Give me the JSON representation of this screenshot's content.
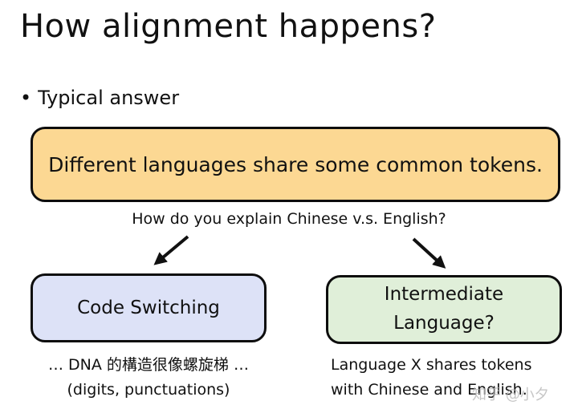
{
  "slide": {
    "title": "How alignment happens?",
    "bullet": "Typical answer",
    "top_box": "Different languages share some common tokens.",
    "question": "How do you explain Chinese v.s. English?",
    "left_box": "Code Switching",
    "right_box_line1": "Intermediate",
    "right_box_line2": "Language?",
    "left_note_line1": "… DNA 的構造很像螺旋梯 …",
    "left_note_line2": "(digits, punctuations)",
    "right_note_line1": "Language X shares tokens",
    "right_note_line2": "with Chinese and English.",
    "watermark": "知乎 @小夕"
  },
  "colors": {
    "top_box_fill": "#fcd893",
    "left_box_fill": "#dde2f7",
    "right_box_fill": "#e0efd9",
    "border": "#0d0d0d"
  }
}
